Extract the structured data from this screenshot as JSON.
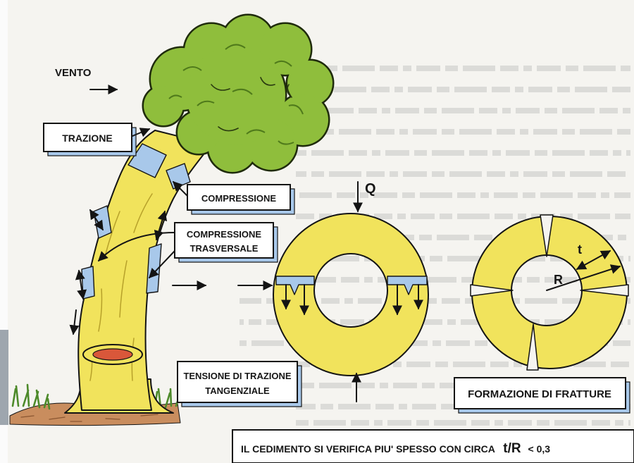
{
  "illustration": {
    "wind_label": "VENTO",
    "tension_label": "TRAZIONE",
    "compression_label": "COMPRESSIONE",
    "transverse_compression_label": {
      "line1": "COMPRESSIONE",
      "line2": "TRASVERSALE"
    },
    "load_label": "Q",
    "tangential_tension_label": {
      "line1": "TENSIONE DI TRAZIONE",
      "line2": "TANGENZIALE"
    },
    "radius_label": "R",
    "thickness_label": "t",
    "fracture_label": "FORMAZIONE DI FRATTURE",
    "caption": {
      "prefix": "IL CEDIMENTO SI VERIFICA PIU' SPESSO CON CIRCA",
      "ratio": "t/R",
      "suffix": "< 0,3"
    }
  },
  "colors": {
    "wood_yellow": "#f1e35c",
    "foliage_green": "#8fbe3c",
    "stress_blue": "#a8c8ea",
    "heartwood_red": "#d9573a",
    "soil_brown": "#c98d5e",
    "grass_green": "#4d8a2a"
  }
}
